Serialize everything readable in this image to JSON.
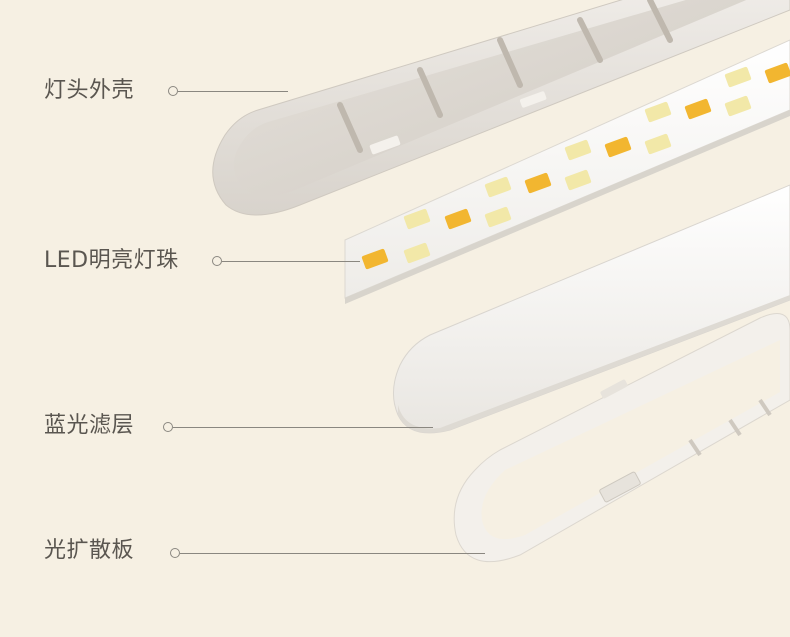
{
  "labels": {
    "shell": "灯头外壳",
    "led": "LED明亮灯珠",
    "filter": "蓝光滤层",
    "diffuser": "光扩散板"
  },
  "colors": {
    "background": "#f6f0e3",
    "label_text": "#5a5650",
    "callout_line": "#8a8780",
    "led_warm": "#f2b630",
    "led_cool": "#f2e8a8"
  }
}
